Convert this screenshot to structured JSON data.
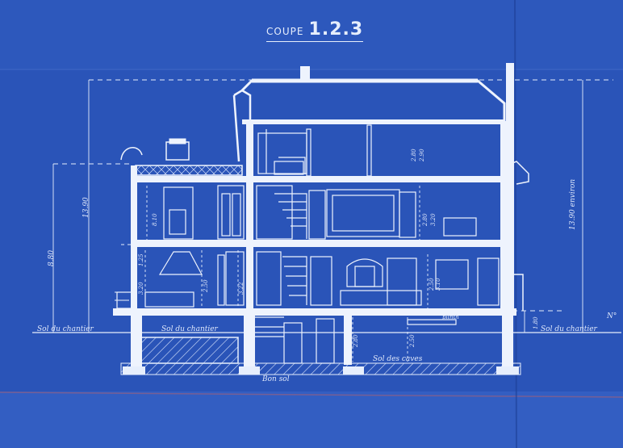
{
  "title": {
    "word": "COUPE",
    "number": "1.2.3"
  },
  "levels": {
    "ground_left": "Sol du chantier",
    "ground_mid": "Sol du chantier",
    "ground_right": "Sol du chantier",
    "cellar_floor": "Sol des caves",
    "foundation": "Bon sol",
    "corner_note": "N°"
  },
  "dimensions": {
    "left_total": "8.80",
    "left_upper": "13.90",
    "right_total": "13.90 environ",
    "floor2_a": "2.80",
    "floor2_b": "2.90",
    "floor1_a": "2.80",
    "floor1_b": "3.20",
    "ground_a": "2.50",
    "ground_b": "3.10",
    "ground_c": "3.22",
    "ground_d": "2.50",
    "wing_a": "8.10",
    "wing_b": "1.25",
    "wing_c": "3.20",
    "basement_a": "2.80",
    "basement_b": "2.50",
    "plinth": "1.80",
    "stair_note": "plinth"
  }
}
